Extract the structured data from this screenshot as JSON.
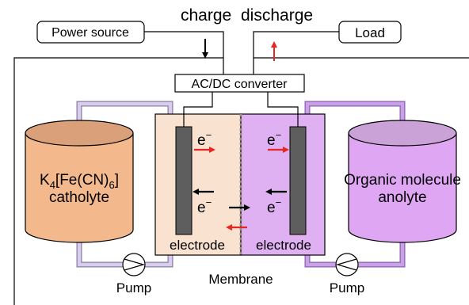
{
  "labels": {
    "charge": "charge",
    "discharge": "discharge",
    "power_source": "Power source",
    "load": "Load",
    "converter": "AC/DC converter",
    "catholyte_formula": {
      "k": "K",
      "k_sub": "4",
      "mid": "[Fe(CN)",
      "cn_sub": "6",
      "close": "]"
    },
    "catholyte": "catholyte",
    "anolyte_line1": "Organic molecule",
    "anolyte_line2": "anolyte",
    "electron": "e",
    "electron_charge": "−",
    "electrode": "electrode",
    "membrane": "Membrane",
    "pump": "Pump"
  },
  "colors": {
    "catholyte_tank": "#f3b98c",
    "catholyte_tank_top": "#d9a07a",
    "anolyte_tank": "#dfa7f3",
    "anolyte_tank_top": "#caa2d8",
    "catholyte_cell": "#f9e2cf",
    "anolyte_cell": "#dfb0f2",
    "electrode_plate": "#5e5e5e",
    "red_arrow": "#e8261f",
    "catholyte_pipe": "#d8cdee",
    "anolyte_pipe": "#c9a1e8"
  },
  "icons": {
    "pump": "circle-valve-icon",
    "arrow": "arrow-icon"
  }
}
